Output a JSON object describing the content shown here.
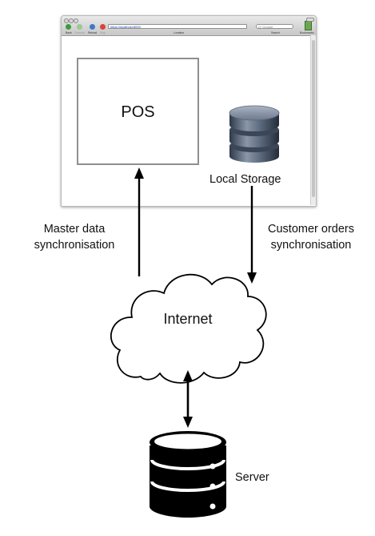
{
  "browser": {
    "toolbar": {
      "back_label": "Back",
      "forward_label": "Forward",
      "reload_label": "Reload",
      "stop_label": "Stop",
      "url": "https://localhost:8000",
      "location_label": "Location",
      "search_placeholder": "Q~Google",
      "search_label": "Search",
      "bookmarks_label": "Bookmarks"
    }
  },
  "nodes": {
    "pos": "POS",
    "local_storage": "Local Storage",
    "internet": "Internet",
    "server": "Server"
  },
  "edges": {
    "master_data_line1": "Master data",
    "master_data_line2": "synchronisation",
    "customer_orders_line1": "Customer orders",
    "customer_orders_line2": "synchronisation"
  },
  "colors": {
    "ink": "#000000",
    "box_border": "#8f8f8f",
    "storage_blue": "#4a5d78"
  }
}
